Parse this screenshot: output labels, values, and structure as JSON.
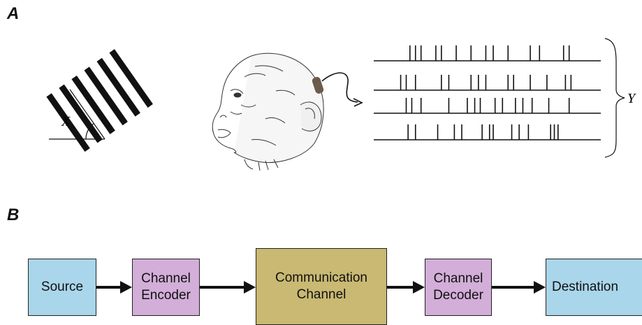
{
  "panels": {
    "a_label": "A",
    "b_label": "B"
  },
  "figure_a": {
    "stimulus_variable": "X",
    "response_variable": "Y",
    "spike_trains": [
      [
        0.12,
        0.15,
        0.18,
        0.26,
        0.29,
        0.37,
        0.45,
        0.53,
        0.57,
        0.65,
        0.77,
        0.82,
        0.95,
        0.98
      ],
      [
        0.07,
        0.1,
        0.15,
        0.29,
        0.33,
        0.45,
        0.49,
        0.53,
        0.65,
        0.68,
        0.77,
        0.86,
        0.96,
        0.99
      ],
      [
        0.1,
        0.13,
        0.18,
        0.33,
        0.43,
        0.47,
        0.5,
        0.58,
        0.62,
        0.69,
        0.73,
        0.78,
        0.87,
        0.98
      ],
      [
        0.11,
        0.15,
        0.27,
        0.36,
        0.4,
        0.51,
        0.55,
        0.57,
        0.67,
        0.71,
        0.76,
        0.88,
        0.9,
        0.92
      ]
    ]
  },
  "diagram": {
    "source": "Source",
    "encoder": "Channel\nEncoder",
    "channel": "Communication\nChannel",
    "decoder": "Channel\nDecoder",
    "destination": "Destination"
  },
  "colors": {
    "source": "#a9d6ea",
    "encoder": "#d2aed8",
    "channel": "#c9b972",
    "decoder": "#d2aed8",
    "destination": "#a9d6ea",
    "arrow": "#111111"
  }
}
